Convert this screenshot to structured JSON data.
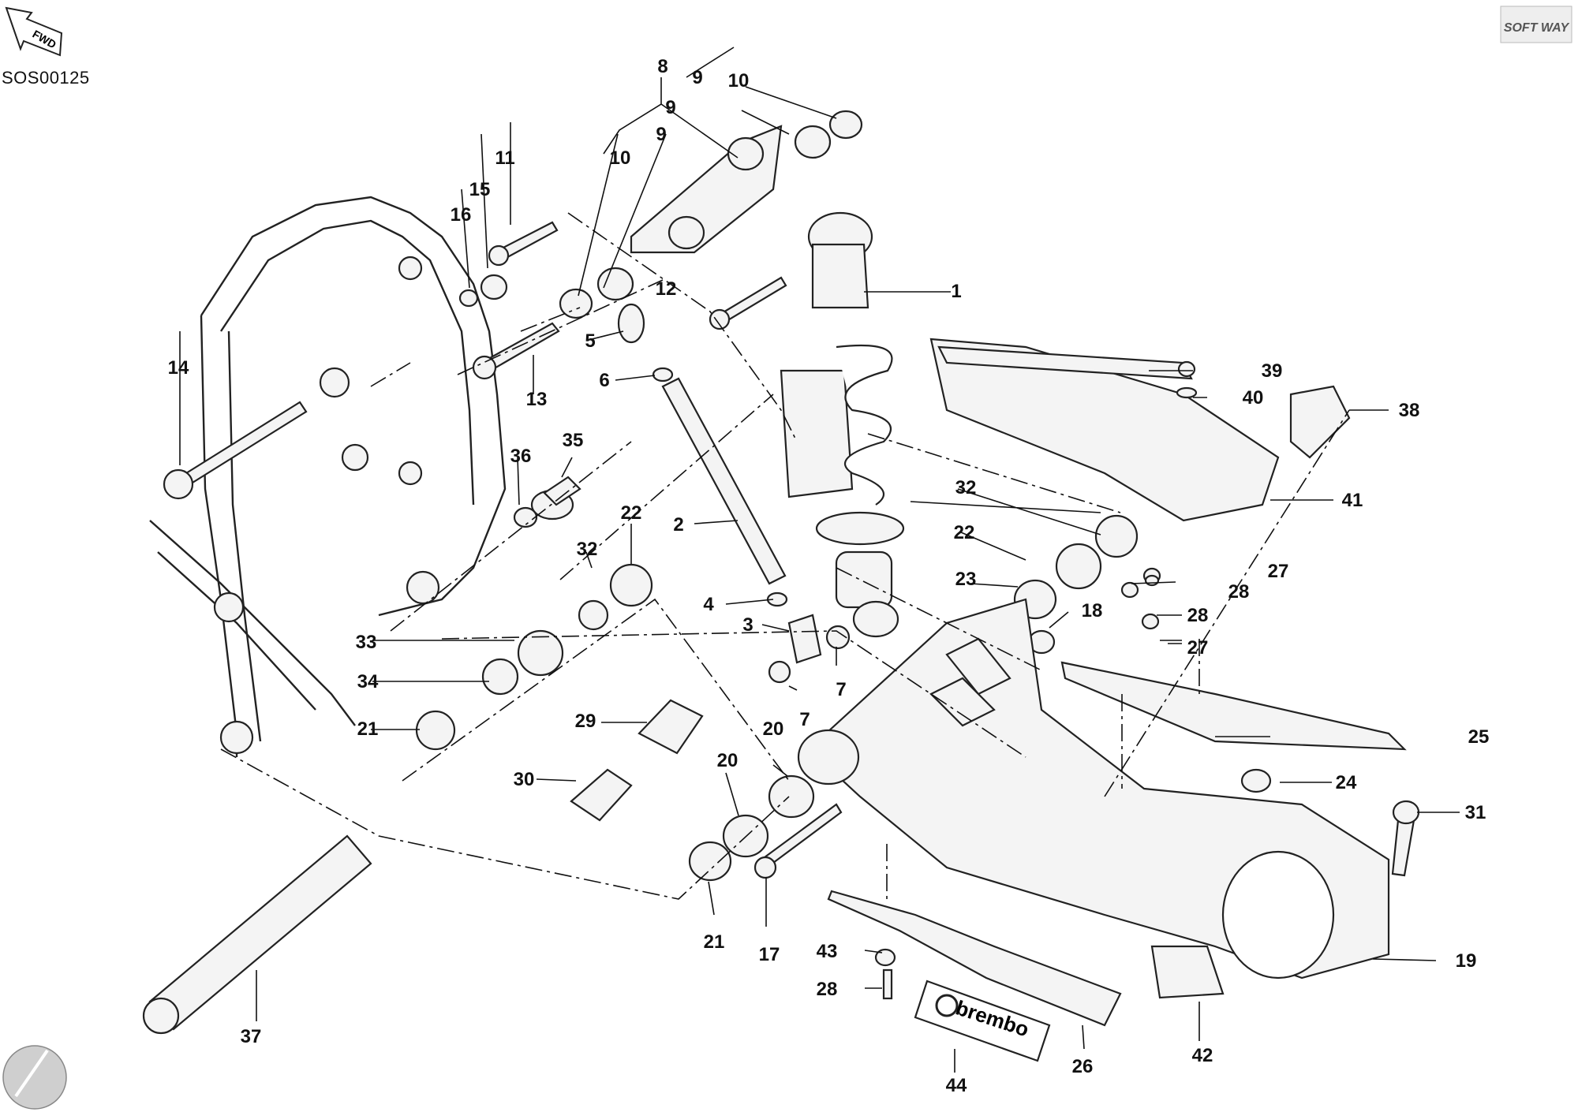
{
  "diagram_code": "SOS00125",
  "fwd_icon_text": "FWD",
  "brand_logo_text": "SOFT WAY",
  "brembo_text": "brembo",
  "callouts": {
    "c1": "1",
    "c2": "2",
    "c3": "3",
    "c4": "4",
    "c5": "5",
    "c6": "6",
    "c7a": "7",
    "c7b": "7",
    "c8": "8",
    "c9a": "9",
    "c9b": "9",
    "c9c": "9",
    "c10a": "10",
    "c10b": "10",
    "c11": "11",
    "c12": "12",
    "c13": "13",
    "c14": "14",
    "c15": "15",
    "c16": "16",
    "c17": "17",
    "c18": "18",
    "c19": "19",
    "c20a": "20",
    "c20b": "20",
    "c21a": "21",
    "c21b": "21",
    "c22a": "22",
    "c22b": "22",
    "c23": "23",
    "c24": "24",
    "c25": "25",
    "c26": "26",
    "c27a": "27",
    "c27b": "27",
    "c28a": "28",
    "c28b": "28",
    "c28c": "28",
    "c29": "29",
    "c30": "30",
    "c31": "31",
    "c32a": "32",
    "c32b": "32",
    "c33": "33",
    "c34": "34",
    "c35": "35",
    "c36": "36",
    "c37": "37",
    "c38": "38",
    "c39": "39",
    "c40": "40",
    "c41": "41",
    "c42": "42",
    "c43": "43",
    "c44": "44"
  }
}
